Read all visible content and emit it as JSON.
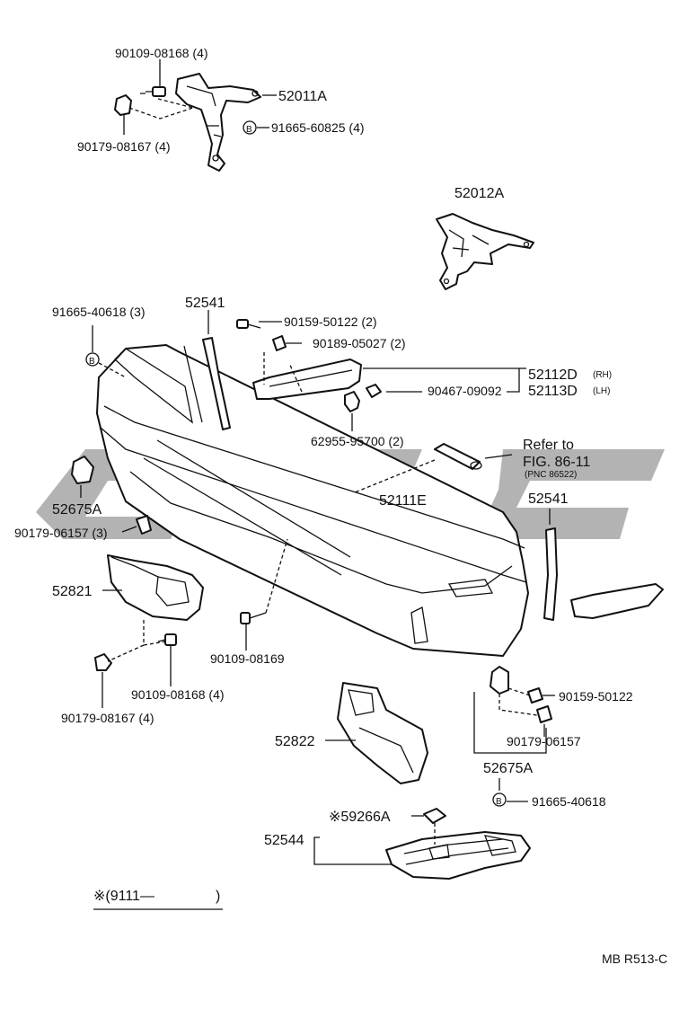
{
  "labels": {
    "p52011A": "52011A",
    "p90109_08168_top": "90109-08168 (4)",
    "p90179_08167_top": "90179-08167 (4)",
    "p91665_60825": "91665-60825 (4)",
    "p52012A": "52012A",
    "p91665_40618_3": "91665-40618 (3)",
    "p52541_left": "52541",
    "p90159_50122_2": "90159-50122 (2)",
    "p90189_05027_2": "90189-05027 (2)",
    "p52112D": "52112D",
    "p52112D_side": "(RH)",
    "p52113D": "52113D",
    "p52113D_side": "(LH)",
    "p90467_09092": "90467-09092",
    "p62955_95700": "62955-95700 (2)",
    "refer_line1": "Refer to",
    "refer_line2": "FIG. 86-11",
    "refer_line3": "(PNC 86522)",
    "p52675A_left": "52675A",
    "p52111E": "52111E",
    "p52541_right": "52541",
    "p90179_06157_3": "90179-06157 (3)",
    "p52821": "52821",
    "p90109_08169": "90109-08169",
    "p90109_08168_bottom": "90109-08168 (4)",
    "p90179_08167_bottom": "90179-08167 (4)",
    "p90159_50122": "90159-50122",
    "p90179_06157": "90179-06157",
    "p52675A_right": "52675A",
    "p52822": "52822",
    "p91665_40618": "91665-40618",
    "p59266A": "※59266A",
    "p52544": "52544",
    "footnote": "※(9111—",
    "footnote_close": ")",
    "figure_code": "MB R513-C"
  },
  "symbols": {
    "b_mark": "B"
  }
}
